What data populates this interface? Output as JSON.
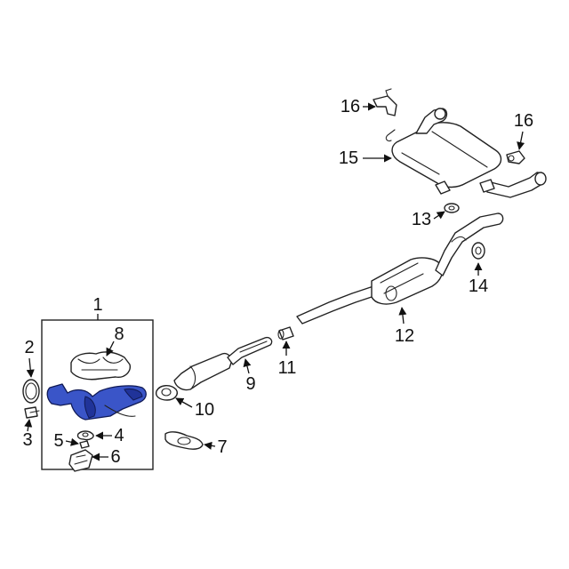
{
  "diagram": {
    "callouts": [
      {
        "id": "c1",
        "label": "1"
      },
      {
        "id": "c2",
        "label": "2"
      },
      {
        "id": "c3",
        "label": "3"
      },
      {
        "id": "c4",
        "label": "4"
      },
      {
        "id": "c5",
        "label": "5"
      },
      {
        "id": "c6",
        "label": "6"
      },
      {
        "id": "c7",
        "label": "7"
      },
      {
        "id": "c8",
        "label": "8"
      },
      {
        "id": "c9",
        "label": "9"
      },
      {
        "id": "c10",
        "label": "10"
      },
      {
        "id": "c11",
        "label": "11"
      },
      {
        "id": "c12",
        "label": "12"
      },
      {
        "id": "c13",
        "label": "13"
      },
      {
        "id": "c14",
        "label": "14"
      },
      {
        "id": "c15",
        "label": "15"
      },
      {
        "id": "c16a",
        "label": "16"
      },
      {
        "id": "c16b",
        "label": "16"
      }
    ],
    "highlight_color": "#3a55c8"
  }
}
